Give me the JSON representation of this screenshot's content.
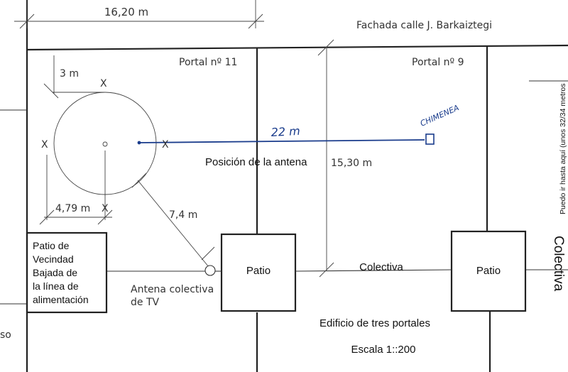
{
  "dimensions": {
    "top_width": "16,20 m",
    "offset_3m": "3 m",
    "offset_479": "4,79 m",
    "cable_74": "7,4 m",
    "span_1530": "15,30 m",
    "handwritten_22": "22 m"
  },
  "labels": {
    "facade": "Fachada calle J. Barkaiztegi",
    "portal_11": "Portal nº 11",
    "portal_9": "Portal nº 9",
    "chimney": "CHIMENEA",
    "antenna_position": "Posición de la antena",
    "patio_left": "Patio",
    "patio_right": "Patio",
    "colectiva_center": "Colectiva",
    "colectiva_right": "Colectiva",
    "antenna_collective_line1": "Antena colectiva",
    "antenna_collective_line2": "de TV",
    "building": "Edificio de tres portales",
    "scale": "Escala 1::200",
    "side_note": "Puedo ir hasta aquí (unos 32/34 metros",
    "cut_text": "so",
    "vecindad_lines": [
      "Patio de",
      "Vecindad",
      "Bajada de",
      "la línea de",
      "alimentación"
    ],
    "x_mark": "X"
  },
  "colors": {
    "ink": "#222222",
    "pen_blue": "#1a3c8c"
  }
}
